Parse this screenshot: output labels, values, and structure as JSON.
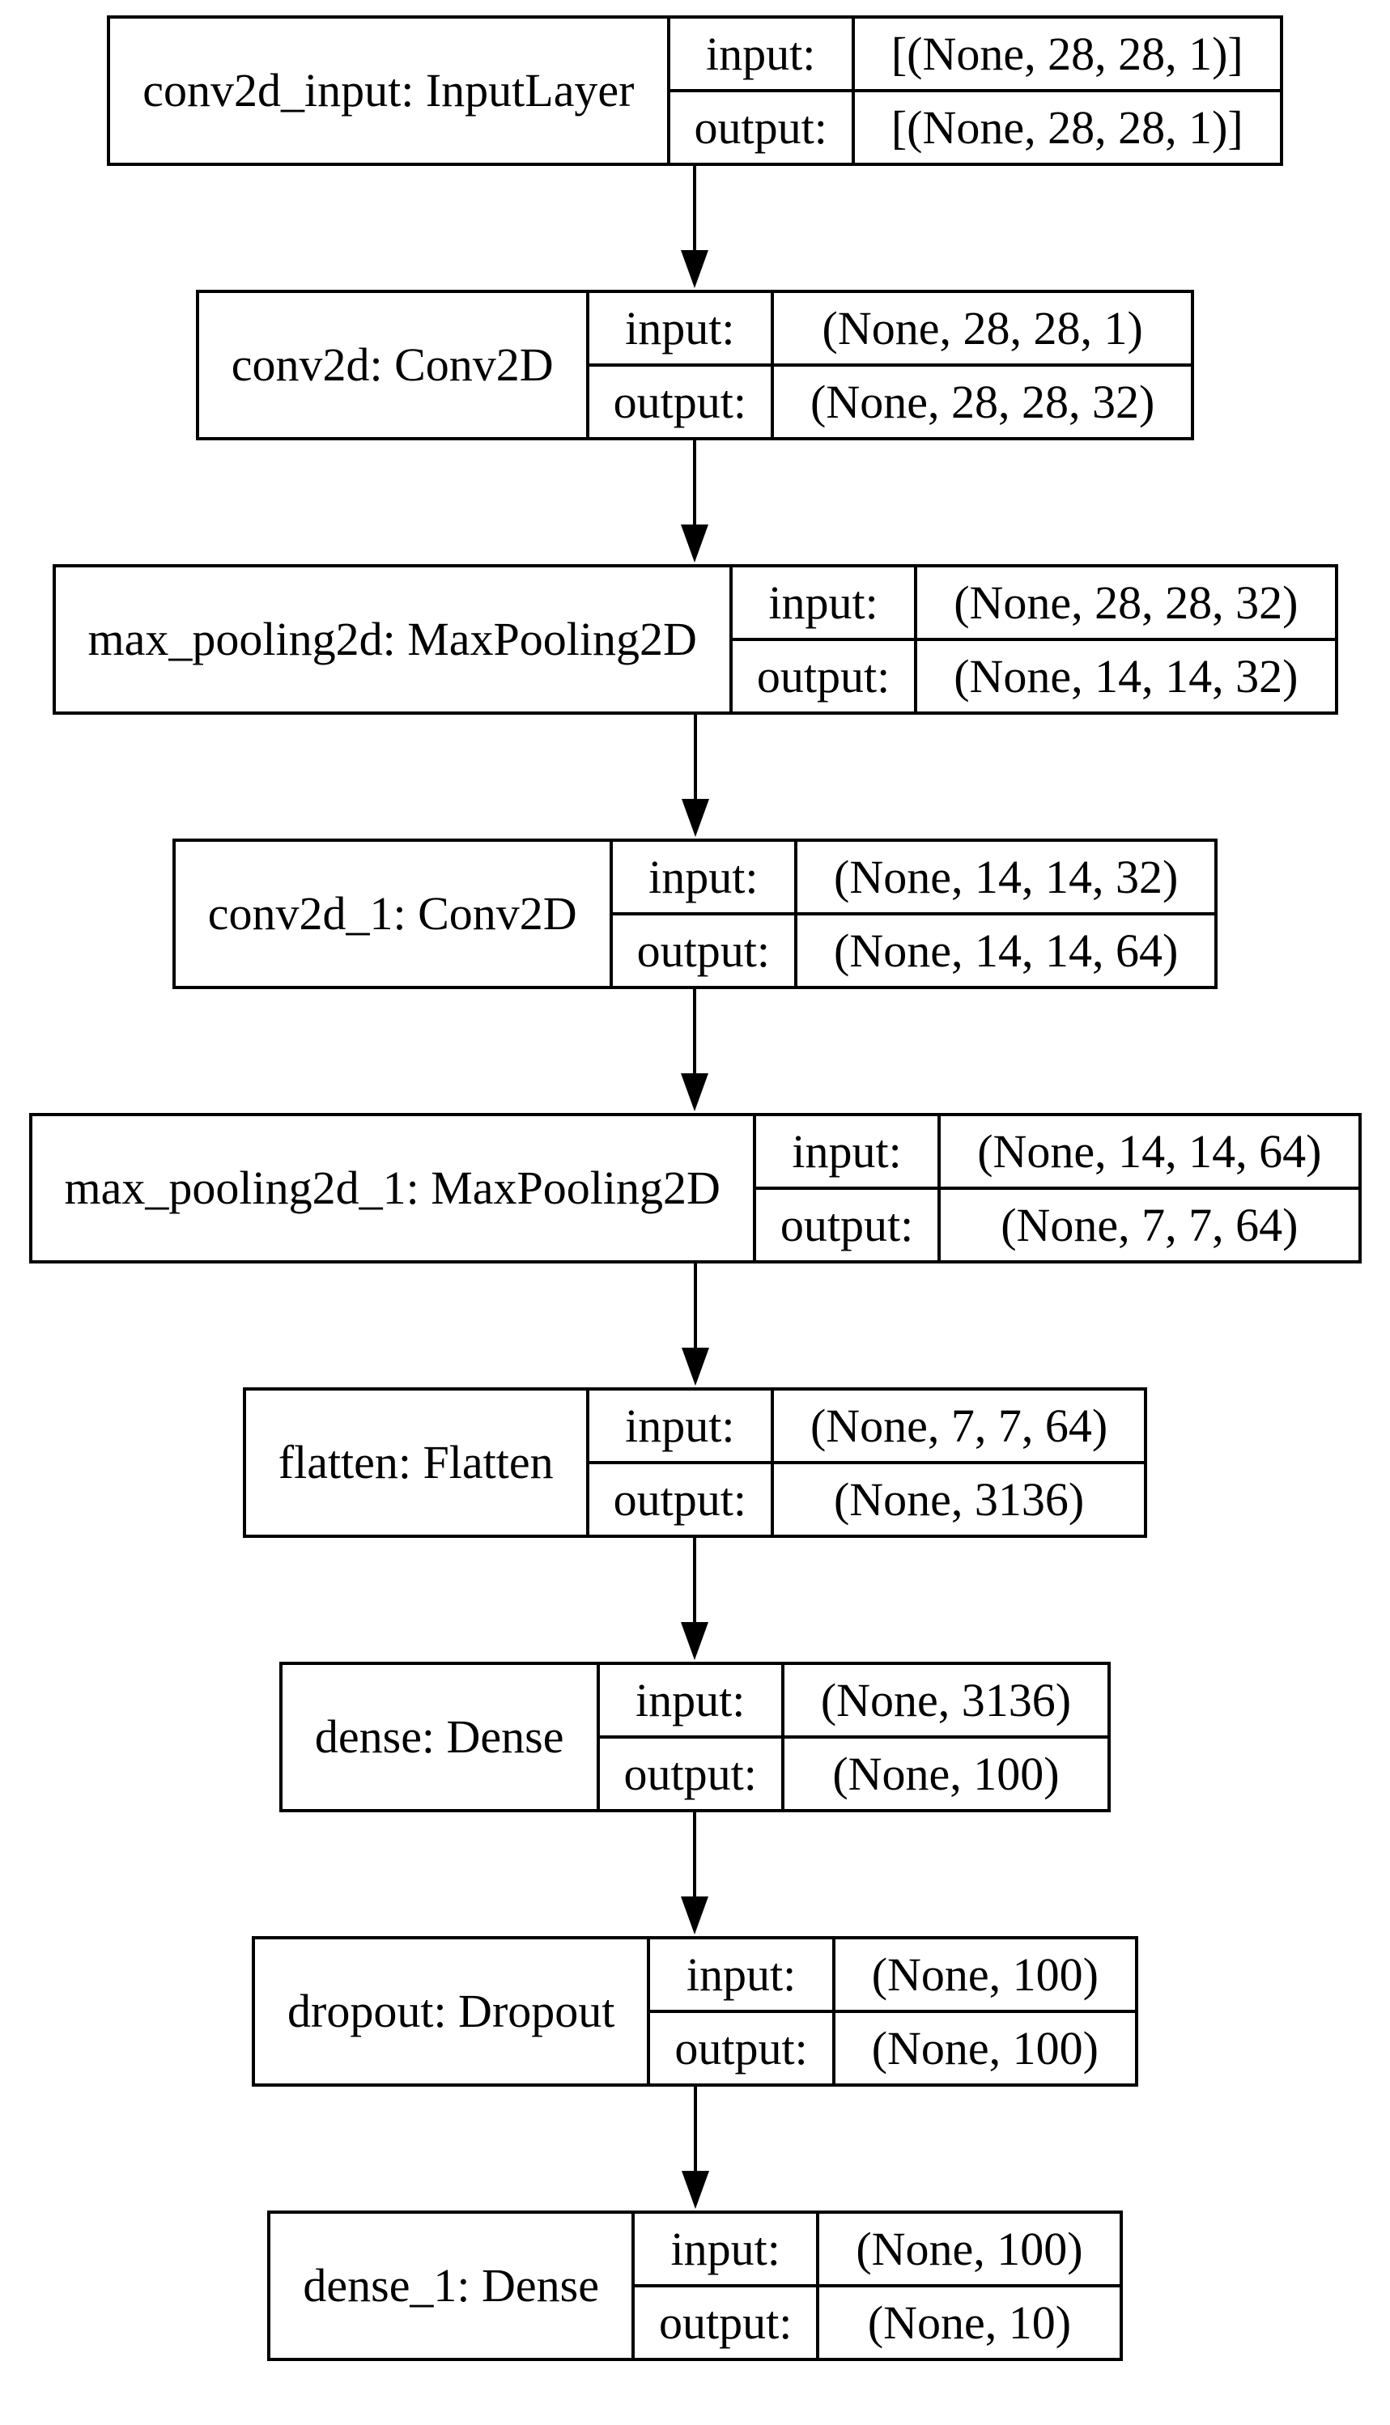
{
  "diagram": {
    "kind": "keras-model-architecture",
    "io_labels": {
      "input": "input:",
      "output": "output:"
    },
    "layers": [
      {
        "label": "conv2d_input: InputLayer",
        "input_shape": "[(None, 28, 28, 1)]",
        "output_shape": "[(None, 28, 28, 1)]"
      },
      {
        "label": "conv2d: Conv2D",
        "input_shape": "(None, 28, 28, 1)",
        "output_shape": "(None, 28, 28, 32)"
      },
      {
        "label": "max_pooling2d: MaxPooling2D",
        "input_shape": "(None, 28, 28, 32)",
        "output_shape": "(None, 14, 14, 32)"
      },
      {
        "label": "conv2d_1: Conv2D",
        "input_shape": "(None, 14, 14, 32)",
        "output_shape": "(None, 14, 14, 64)"
      },
      {
        "label": "max_pooling2d_1: MaxPooling2D",
        "input_shape": "(None, 14, 14, 64)",
        "output_shape": "(None, 7, 7, 64)"
      },
      {
        "label": "flatten: Flatten",
        "input_shape": "(None, 7, 7, 64)",
        "output_shape": "(None, 3136)"
      },
      {
        "label": "dense: Dense",
        "input_shape": "(None, 3136)",
        "output_shape": "(None, 100)"
      },
      {
        "label": "dropout: Dropout",
        "input_shape": "(None, 100)",
        "output_shape": "(None, 100)"
      },
      {
        "label": "dense_1: Dense",
        "input_shape": "(None, 100)",
        "output_shape": "(None, 10)"
      }
    ],
    "colors": {
      "background": "#ffffff",
      "border": "#000000",
      "text": "#000000",
      "arrow": "#000000"
    }
  }
}
